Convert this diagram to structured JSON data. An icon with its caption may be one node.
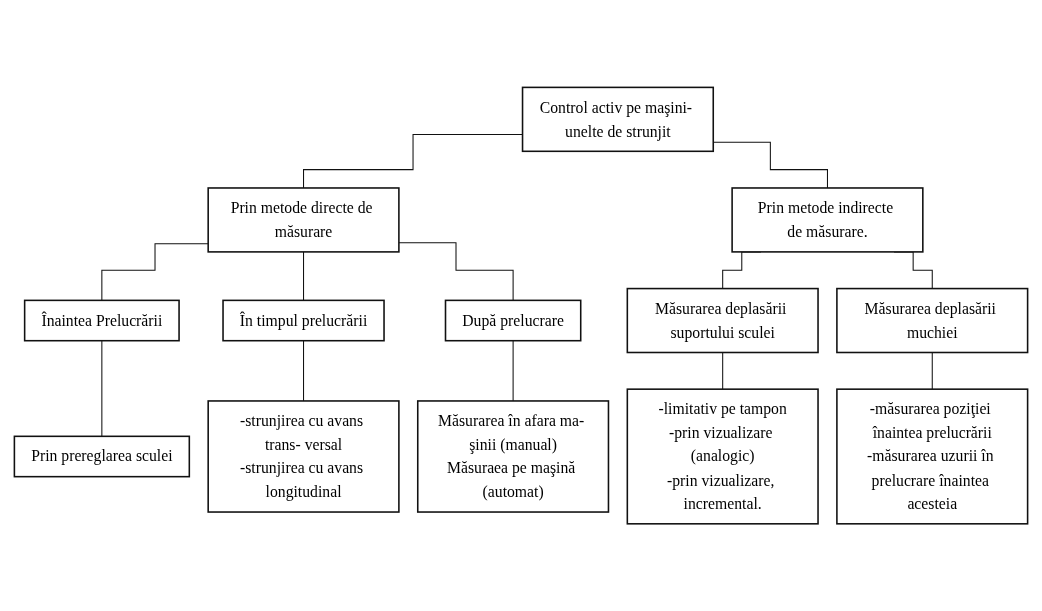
{
  "diagram": {
    "nodes": [
      {
        "text": [
          "Control activ pe maşini- unelte de strunjit"
        ]
      },
      {
        "text": [
          "Prin metode directe de măsurare"
        ]
      },
      {
        "text": [
          "Prin metode indirecte de măsurare."
        ]
      },
      {
        "text": [
          "Înaintea Prelucrării"
        ]
      },
      {
        "text": [
          "În timpul prelucrării"
        ]
      },
      {
        "text": [
          "După prelucrare"
        ]
      },
      {
        "text": [
          "Măsurarea deplasării suportului sculei"
        ]
      },
      {
        "text": [
          "Măsurarea deplasării muchiei"
        ]
      },
      {
        "text": [
          "Prin prereglarea sculei"
        ]
      },
      {
        "text": [
          "-strunjirea cu avans trans- versal",
          "-strunjirea cu avans longitudinal"
        ]
      },
      {
        "text": [
          "Măsurarea în afara ma- şinii (manual)",
          "Măsuraea pe maşină (automat)"
        ]
      },
      {
        "text": [
          "-limitativ pe tampon",
          "-prin vizualizare (analogic)",
          "-prin vizualizare, incremental."
        ]
      },
      {
        "text": [
          "-măsurarea poziţiei înaintea prelucrării",
          "-măsurarea uzurii în prelucrare înaintea acesteia"
        ]
      }
    ],
    "edges": [
      {
        "from": 0,
        "to": 1,
        "arrow": "none"
      },
      {
        "from": 0,
        "to": 2,
        "arrow": "none"
      },
      {
        "from": 1,
        "to": 3,
        "arrow": "none"
      },
      {
        "from": 1,
        "to": 4,
        "arrow": "none"
      },
      {
        "from": 1,
        "to": 5,
        "arrow": "none"
      },
      {
        "from": 2,
        "to": 6,
        "arrow": "none"
      },
      {
        "from": 2,
        "to": 7,
        "arrow": "none"
      },
      {
        "from": 3,
        "to": 8,
        "arrow": "none"
      },
      {
        "from": 4,
        "to": 9,
        "arrow": "none"
      },
      {
        "from": 5,
        "to": 10,
        "arrow": "none"
      },
      {
        "from": 6,
        "to": 11,
        "arrow": "none"
      },
      {
        "from": 7,
        "to": 12,
        "arrow": "none"
      }
    ]
  }
}
